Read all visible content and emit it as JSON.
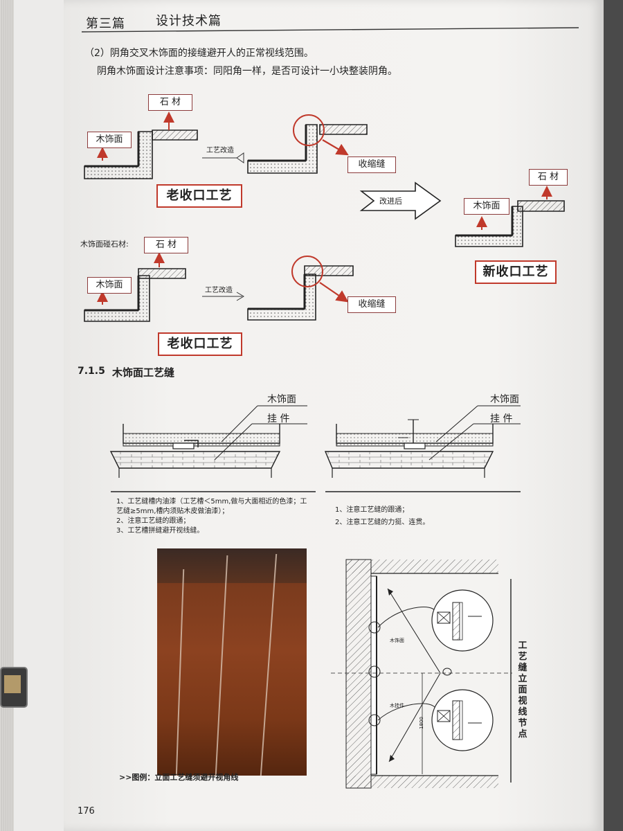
{
  "header": {
    "chapter": "第三篇",
    "section": "设计技术篇"
  },
  "intro": {
    "line1": "（2）阴角交叉木饰面的接缝避开人的正常视线范围。",
    "line2": "阴角木饰面设计注意事项：同阳角一样，是否可设计一小块整装阴角。"
  },
  "fig1": {
    "stone_label": "石  材",
    "wood_label": "木饰面",
    "process_arrow": "工艺改造",
    "shrink_label": "收缩缝",
    "old_label": "老收口工艺",
    "improve_arrow": "改进后",
    "new_stone_label": "石  材",
    "new_wood_label": "木饰面",
    "new_label": "新收口工艺"
  },
  "fig2": {
    "note": "木饰面碰石材:",
    "stone_label": "石  材",
    "wood_label": "木饰面",
    "process_arrow": "工艺改造",
    "shrink_label": "收缩缝",
    "old_label": "老收口工艺"
  },
  "section": {
    "number": "7.1.5",
    "title": "木饰面工艺缝"
  },
  "detail_left": {
    "wood_label": "木饰面",
    "hanger_label": "挂  件",
    "notes": [
      "1、工艺缝槽内油漆（工艺槽＜5mm,做与大面相近的色漆；工",
      "   艺缝≥5mm,槽内须贴木皮做油漆）；",
      "2、注意工艺缝的跟通；",
      "3、工艺槽拼缝避开视线缝。"
    ]
  },
  "detail_right": {
    "wood_label": "木饰面",
    "hanger_label": "挂  件",
    "notes": [
      "1、注意工艺缝的跟通；",
      "2、注意工艺缝的力挺、连贯。"
    ]
  },
  "photo_caption": ">>图例：立面工艺缝须避开视角线",
  "elevation": {
    "vertical_title": "工艺缝立面视线节点",
    "wood_panel_label": "木饰面",
    "wood_hanger_label": "木挂件",
    "dimension": "1800"
  },
  "page_number": "176",
  "colors": {
    "accent_red": "#c0392b",
    "arrow_red": "#c0392b",
    "wood": "#8c4220"
  }
}
